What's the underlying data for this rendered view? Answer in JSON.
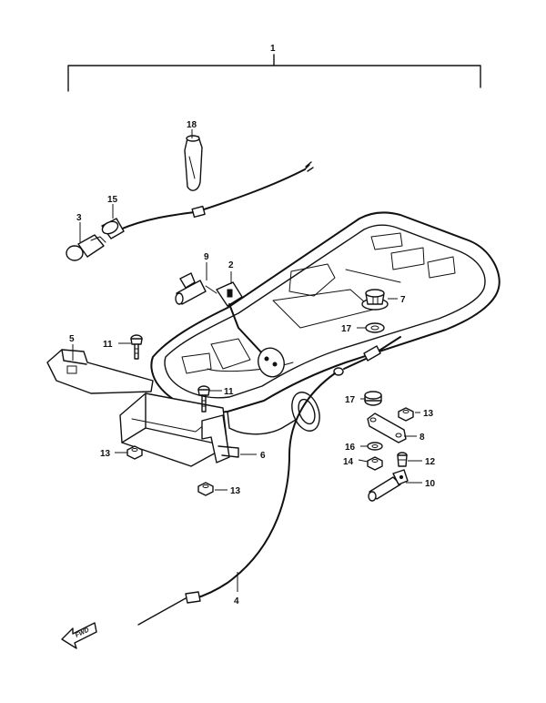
{
  "callouts": {
    "assembly": "1",
    "p2": "2",
    "p3": "3",
    "p4": "4",
    "p5": "5",
    "p6": "6",
    "p7": "7",
    "p8": "8",
    "p9": "9",
    "p10": "10",
    "p11a": "11",
    "p11b": "11",
    "p12": "12",
    "p13a": "13",
    "p13b": "13",
    "p13c": "13",
    "p14": "14",
    "p15": "15",
    "p16": "16",
    "p17a": "17",
    "p17b": "17",
    "p18": "18"
  },
  "direction_marker": {
    "label": "FWD",
    "icon": "forward-arrow-icon"
  },
  "colors": {
    "line": "#111111",
    "background": "#ffffff"
  }
}
